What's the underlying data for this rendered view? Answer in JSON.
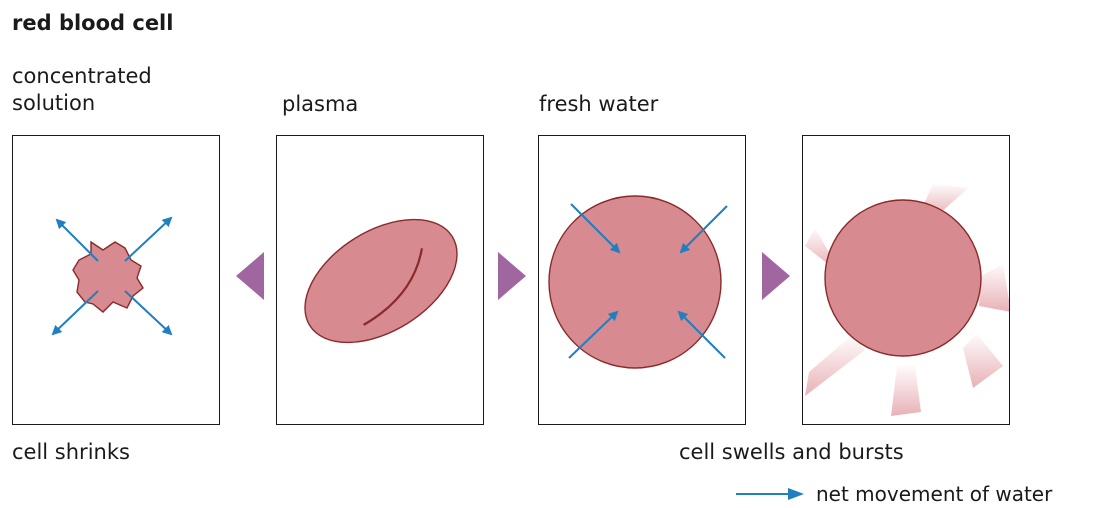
{
  "title": "red blood cell",
  "labels": {
    "concentrated_line1": "concentrated",
    "concentrated_line2": "solution",
    "plasma": "plasma",
    "fresh_water": "fresh water",
    "cell_shrinks": "cell shrinks",
    "cell_swells": "cell swells and bursts"
  },
  "legend": {
    "text": "net movement of water"
  },
  "colors": {
    "cell_fill": "#d78a8f",
    "cell_stroke": "#8a2a2a",
    "arrow": "#1f7fc1",
    "triangle": "#a066a0",
    "burst": "#e6a9ae"
  },
  "icons": [
    "triangle-left-icon",
    "triangle-right-icon",
    "water-arrow-icon"
  ]
}
